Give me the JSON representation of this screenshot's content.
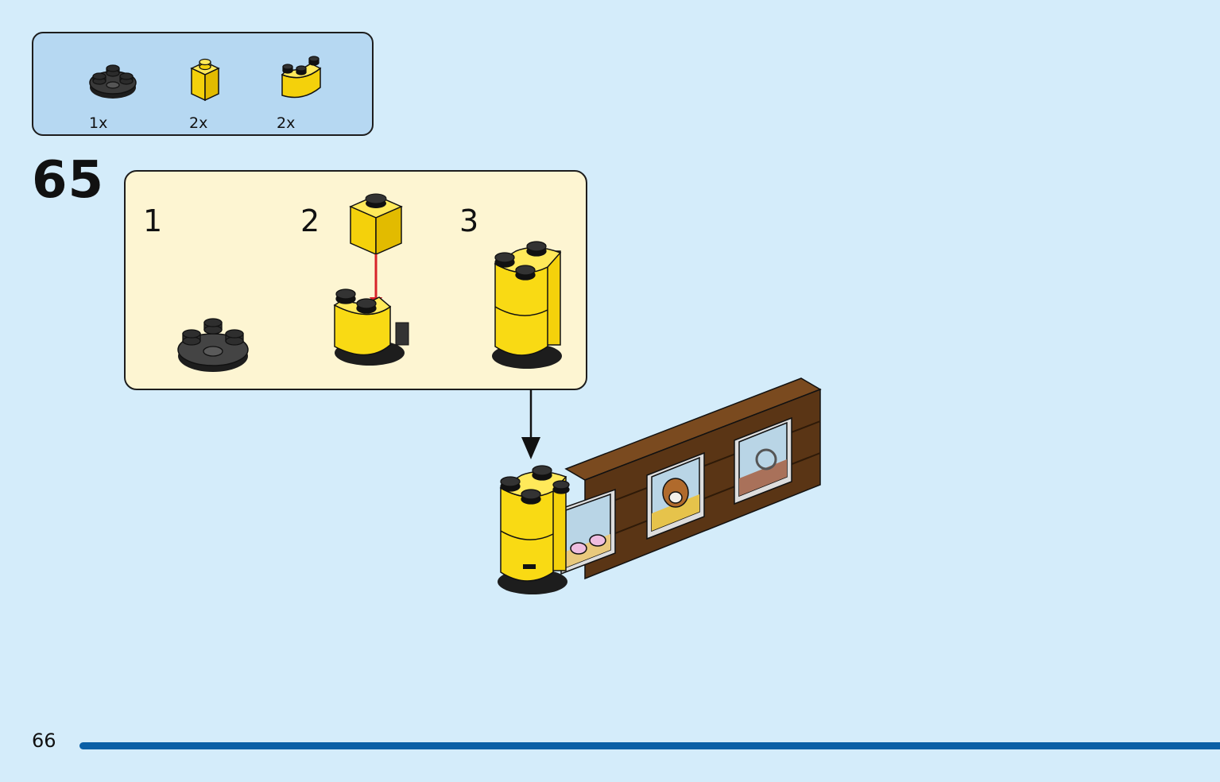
{
  "parts_list": [
    {
      "name": "round-plate-2x2-black",
      "quantity": "1x",
      "color": "#2b2b2b"
    },
    {
      "name": "brick-1x1-yellow",
      "quantity": "2x",
      "color": "#f9da14"
    },
    {
      "name": "brick-round-corner-yellow",
      "quantity": "2x",
      "color": "#f9da14"
    }
  ],
  "step": {
    "number": "65"
  },
  "substeps": [
    "1",
    "2",
    "3"
  ],
  "page": {
    "number": "66"
  },
  "colors": {
    "background": "#d4ecfa",
    "parts_box": "#b6d8f2",
    "substeps_box": "#fdf5d2",
    "yellow": "#f9da14",
    "black_part": "#2b2b2b",
    "wall_brown": "#5a3515",
    "arrow_red": "#d8232a",
    "rule_blue": "#0a5fa6"
  }
}
